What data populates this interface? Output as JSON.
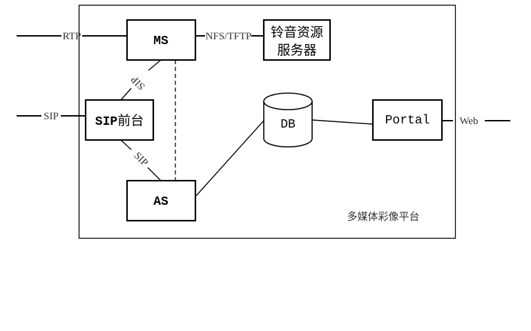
{
  "diagram": {
    "container": {
      "label": "多媒体彩像平台"
    },
    "nodes": {
      "ms": {
        "label": "MS"
      },
      "ringtone_server": {
        "line1": "铃音资源",
        "line2": "服务器"
      },
      "sip_frontend": {
        "label_latin": "SIP",
        "label_cjk": "前台"
      },
      "as": {
        "label": "AS"
      },
      "db": {
        "label": "DB"
      },
      "portal": {
        "label": "Portal"
      }
    },
    "edges": {
      "rtp": {
        "label": "RTP"
      },
      "nfs_tftp": {
        "label": "NFS/TFTP"
      },
      "sip_external": {
        "label": "SIP"
      },
      "sip_ms": {
        "label": "SIP"
      },
      "sip_as": {
        "label": "SIP"
      },
      "web": {
        "label": "Web"
      }
    }
  }
}
